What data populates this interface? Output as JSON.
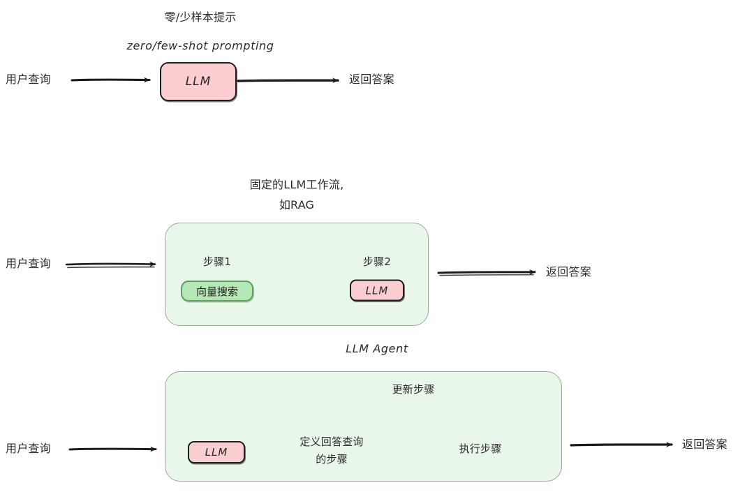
{
  "diagram": {
    "title_semantic": "llm-prompting-workflow-agent-comparison",
    "background_color": "#ffffff",
    "colors": {
      "llm_box_fill": "#fbcfd2",
      "llm_box_border": "#1f1f1f",
      "green_node_fill": "#b6e7b6",
      "green_node_border": "#5f9c5f",
      "container_fill": "#e9f6ea",
      "container_border": "#9aa99a",
      "arrow": "#1c1c1c",
      "text": "#2b2b2b"
    }
  },
  "section1": {
    "caption_line1": "零/少样本提示",
    "caption_line2": "zero/few-shot prompting",
    "input_label": "用户查询",
    "llm_label": "LLM",
    "output_label": "返回答案"
  },
  "section2": {
    "caption_line1": "固定的LLM工作流,",
    "caption_line2": "如RAG",
    "input_label": "用户查询",
    "step1_label": "步骤1",
    "step1_node": "向量搜索",
    "step2_label": "步骤2",
    "step2_node": "LLM",
    "output_label": "返回答案"
  },
  "section3": {
    "caption": "LLM Agent",
    "input_label": "用户查询",
    "llm_label": "LLM",
    "define_steps_line1": "定义回答查询",
    "define_steps_line2": "的步骤",
    "execute_steps_label": "执行步骤",
    "feedback_label": "更新步骤",
    "output_label": "返回答案"
  }
}
